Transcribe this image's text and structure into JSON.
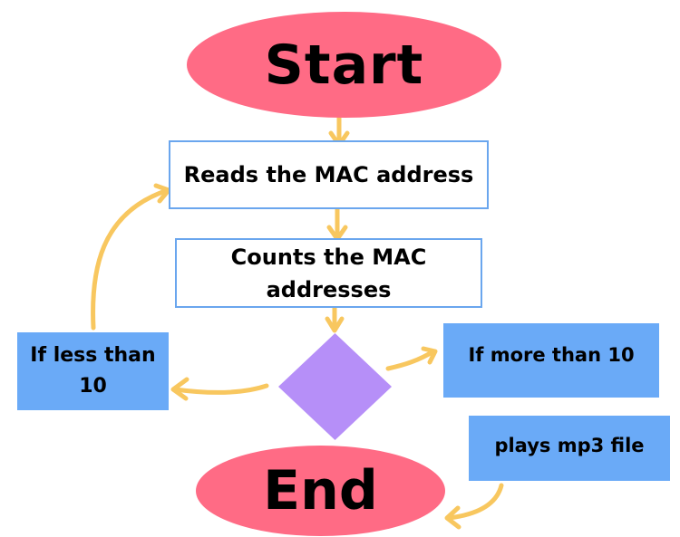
{
  "nodes": {
    "start": "Start",
    "read": "Reads the MAC address",
    "count": "Counts the MAC addresses",
    "less": "If less than 10",
    "more": "If more than 10",
    "mp3": "plays mp3 file",
    "end": "End"
  },
  "colors": {
    "terminal": "#ff6b85",
    "process_border": "#6aa6ee",
    "branch_fill": "#6aaaf7",
    "decision": "#b68ff8",
    "arrow": "#f8c75f"
  }
}
